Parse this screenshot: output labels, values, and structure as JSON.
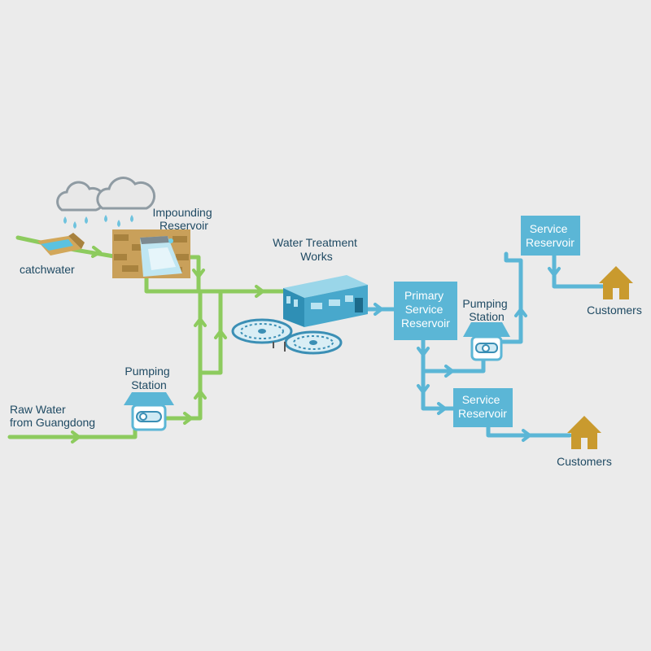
{
  "colors": {
    "background": "#ebebeb",
    "raw_pipe": "#8dcb5e",
    "treated_pipe": "#5bb6d6",
    "box": "#5bb6d6",
    "house": "#c99a2e",
    "label": "#1f4a63"
  },
  "labels": {
    "catchwater": "catchwater",
    "impounding_reservoir": [
      "Impounding",
      "Reservoir"
    ],
    "water_treatment_works": [
      "Water Treatment",
      "Works"
    ],
    "pumping_station_raw": [
      "Pumping",
      "Station"
    ],
    "raw_water": [
      "Raw Water",
      "from Guangdong"
    ],
    "primary_service_reservoir": [
      "Primary",
      "Service",
      "Reservoir"
    ],
    "pumping_station_treated": [
      "Pumping",
      "Station"
    ],
    "service_reservoir_top": [
      "Service",
      "Reservoir"
    ],
    "service_reservoir_bottom": [
      "Service",
      "Reservoir"
    ],
    "customers_top": "Customers",
    "customers_bottom": "Customers"
  },
  "icons": [
    "cloud-icon",
    "rain-icon",
    "catchwater-channel-icon",
    "dam-icon",
    "treatment-building-icon",
    "clarifier-tank-icon",
    "pump-house-icon",
    "house-icon",
    "flow-arrow-icon"
  ]
}
